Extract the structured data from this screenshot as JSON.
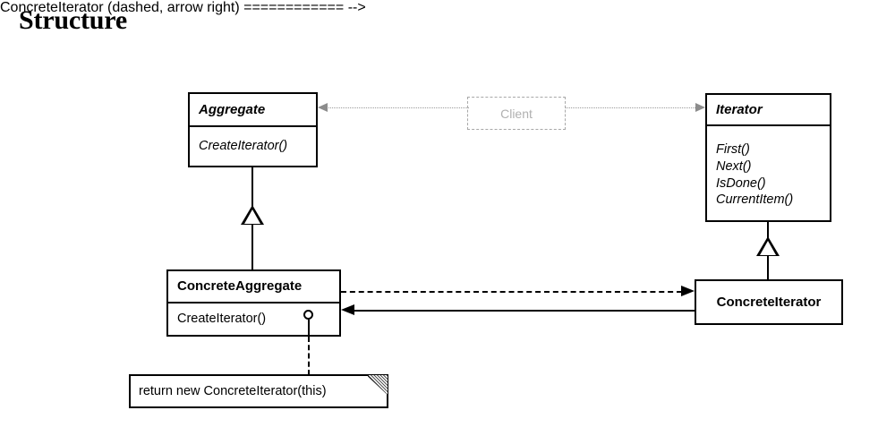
{
  "page": {
    "heading": "Structure"
  },
  "diagram": {
    "type": "uml-class-diagram",
    "pattern": "Iterator",
    "classes": [
      {
        "id": "aggregate",
        "name": "Aggregate",
        "stereotype": "abstract",
        "methods": [
          "CreateIterator()"
        ]
      },
      {
        "id": "iterator",
        "name": "Iterator",
        "stereotype": "abstract",
        "methods": [
          "First()",
          "Next()",
          "IsDone()",
          "CurrentItem()"
        ]
      },
      {
        "id": "concrete-aggregate",
        "name": "ConcreteAggregate",
        "stereotype": "concrete",
        "methods": [
          "CreateIterator()"
        ]
      },
      {
        "id": "concrete-iterator",
        "name": "ConcreteIterator",
        "stereotype": "concrete",
        "methods": []
      }
    ],
    "client": {
      "label": "Client",
      "style": "faded-dashed",
      "color": "#b0b0b0"
    },
    "note": {
      "text": "return new ConcreteIterator(this)",
      "attached_to": "concrete-aggregate.CreateIterator()"
    },
    "relationships": [
      {
        "from": "client",
        "to": "aggregate",
        "kind": "dependency",
        "line": "dotted",
        "color": "#9a9a9a"
      },
      {
        "from": "client",
        "to": "iterator",
        "kind": "dependency",
        "line": "dotted",
        "color": "#9a9a9a"
      },
      {
        "from": "concrete-aggregate",
        "to": "aggregate",
        "kind": "generalization",
        "line": "solid"
      },
      {
        "from": "concrete-iterator",
        "to": "iterator",
        "kind": "generalization",
        "line": "solid"
      },
      {
        "from": "concrete-aggregate",
        "to": "concrete-iterator",
        "kind": "dependency",
        "line": "dashed"
      },
      {
        "from": "concrete-iterator",
        "to": "concrete-aggregate",
        "kind": "association",
        "line": "solid"
      }
    ]
  }
}
